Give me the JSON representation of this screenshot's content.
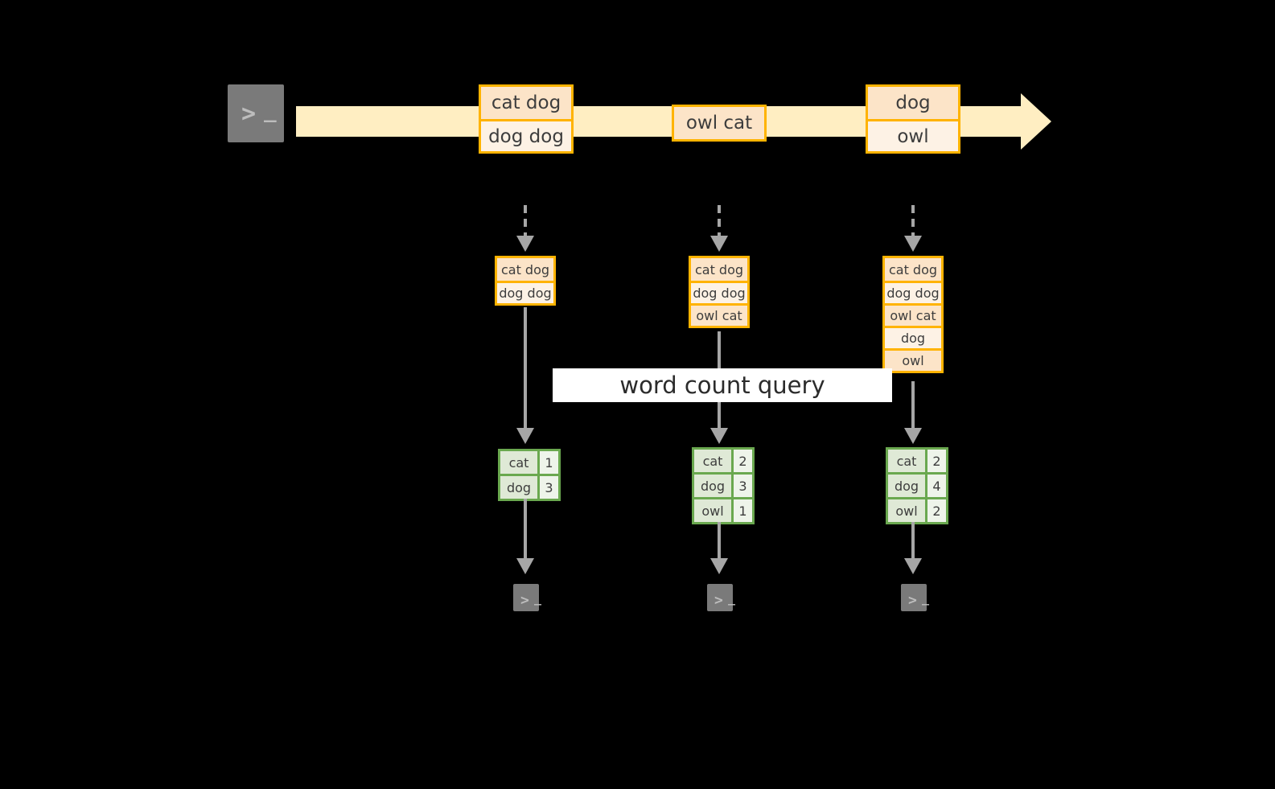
{
  "diagram": {
    "title": "word count query stream diagram",
    "background_color": "#000000",
    "accent_orange": "#ffb300",
    "accent_green": "#6aa84f",
    "stream_color": "#ffeec2",
    "connector_color": "#a6a6a6"
  },
  "source_terminal": {
    "icon": "terminal-icon",
    "glyph_prompt": ">",
    "glyph_cursor": "_"
  },
  "stream": {
    "direction": "left-to-right",
    "events": [
      {
        "id": "event-1",
        "rows": [
          {
            "text": "cat dog",
            "shade": "dark"
          },
          {
            "text": "dog dog",
            "shade": "light"
          }
        ]
      },
      {
        "id": "event-2",
        "rows": [
          {
            "text": "owl cat",
            "shade": "dark"
          }
        ]
      },
      {
        "id": "event-3",
        "rows": [
          {
            "text": "dog",
            "shade": "dark"
          },
          {
            "text": "owl",
            "shade": "light"
          }
        ]
      }
    ]
  },
  "query_label": "word count query",
  "snapshots": [
    {
      "id": "snapshot-1",
      "input_rows": [
        {
          "text": "cat dog",
          "shade": "dark"
        },
        {
          "text": "dog dog",
          "shade": "light"
        }
      ],
      "result_rows": [
        {
          "word": "cat",
          "count": "1"
        },
        {
          "word": "dog",
          "count": "3"
        }
      ],
      "sink_icon": "terminal-icon"
    },
    {
      "id": "snapshot-2",
      "input_rows": [
        {
          "text": "cat dog",
          "shade": "dark"
        },
        {
          "text": "dog dog",
          "shade": "light"
        },
        {
          "text": "owl cat",
          "shade": "dark"
        }
      ],
      "result_rows": [
        {
          "word": "cat",
          "count": "2"
        },
        {
          "word": "dog",
          "count": "3"
        },
        {
          "word": "owl",
          "count": "1"
        }
      ],
      "sink_icon": "terminal-icon"
    },
    {
      "id": "snapshot-3",
      "input_rows": [
        {
          "text": "cat dog",
          "shade": "dark"
        },
        {
          "text": "dog dog",
          "shade": "light"
        },
        {
          "text": "owl cat",
          "shade": "dark"
        },
        {
          "text": "dog",
          "shade": "light"
        },
        {
          "text": "owl",
          "shade": "dark"
        }
      ],
      "result_rows": [
        {
          "word": "cat",
          "count": "2"
        },
        {
          "word": "dog",
          "count": "4"
        },
        {
          "word": "owl",
          "count": "2"
        }
      ],
      "sink_icon": "terminal-icon"
    }
  ]
}
